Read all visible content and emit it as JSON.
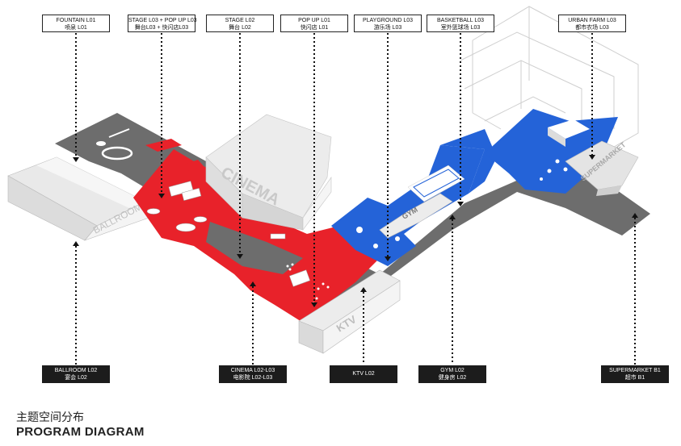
{
  "top_labels": [
    {
      "en": "FOUNTAIN L01",
      "zh": "喷泉 L01"
    },
    {
      "en": "STAGE L03 + POP UP L03",
      "zh": "舞台L03 + 快闪店L03"
    },
    {
      "en": "STAGE L02",
      "zh": "舞台 L02"
    },
    {
      "en": "POP UP L01",
      "zh": "快闪店 L01"
    },
    {
      "en": "PLAYGROUND L03",
      "zh": "游乐场 L03"
    },
    {
      "en": "BASKETBALL L03",
      "zh": "室外篮球场 L03"
    },
    {
      "en": "URBAN FARM L03",
      "zh": "都市农场 L03"
    }
  ],
  "bottom_labels": [
    {
      "en": "BALLROOM L02",
      "zh": "宴会 L02"
    },
    {
      "en": "CINEMA L02-L03",
      "zh": "电影院 L02-L03"
    },
    {
      "en": "KTV L02",
      "zh": ""
    },
    {
      "en": "GYM L02",
      "zh": "健身房 L02"
    },
    {
      "en": "SUPERMARKET B1",
      "zh": "超市 B1"
    }
  ],
  "building_signs": {
    "ballroom": "BALLROOM",
    "cinema": "CINEMA",
    "ktv": "KTV",
    "gym": "GYM",
    "supermarket": "SUPERMARKET"
  },
  "title": {
    "zh": "主题空间分布",
    "en": "PROGRAM DIAGRAM"
  },
  "colors": {
    "stage_red": "#e8222a",
    "playground_blue": "#2463d8",
    "circulation_grey": "#6d6d6d",
    "building_white": "#f1f1f1",
    "label_dark": "#1c1c1c"
  }
}
